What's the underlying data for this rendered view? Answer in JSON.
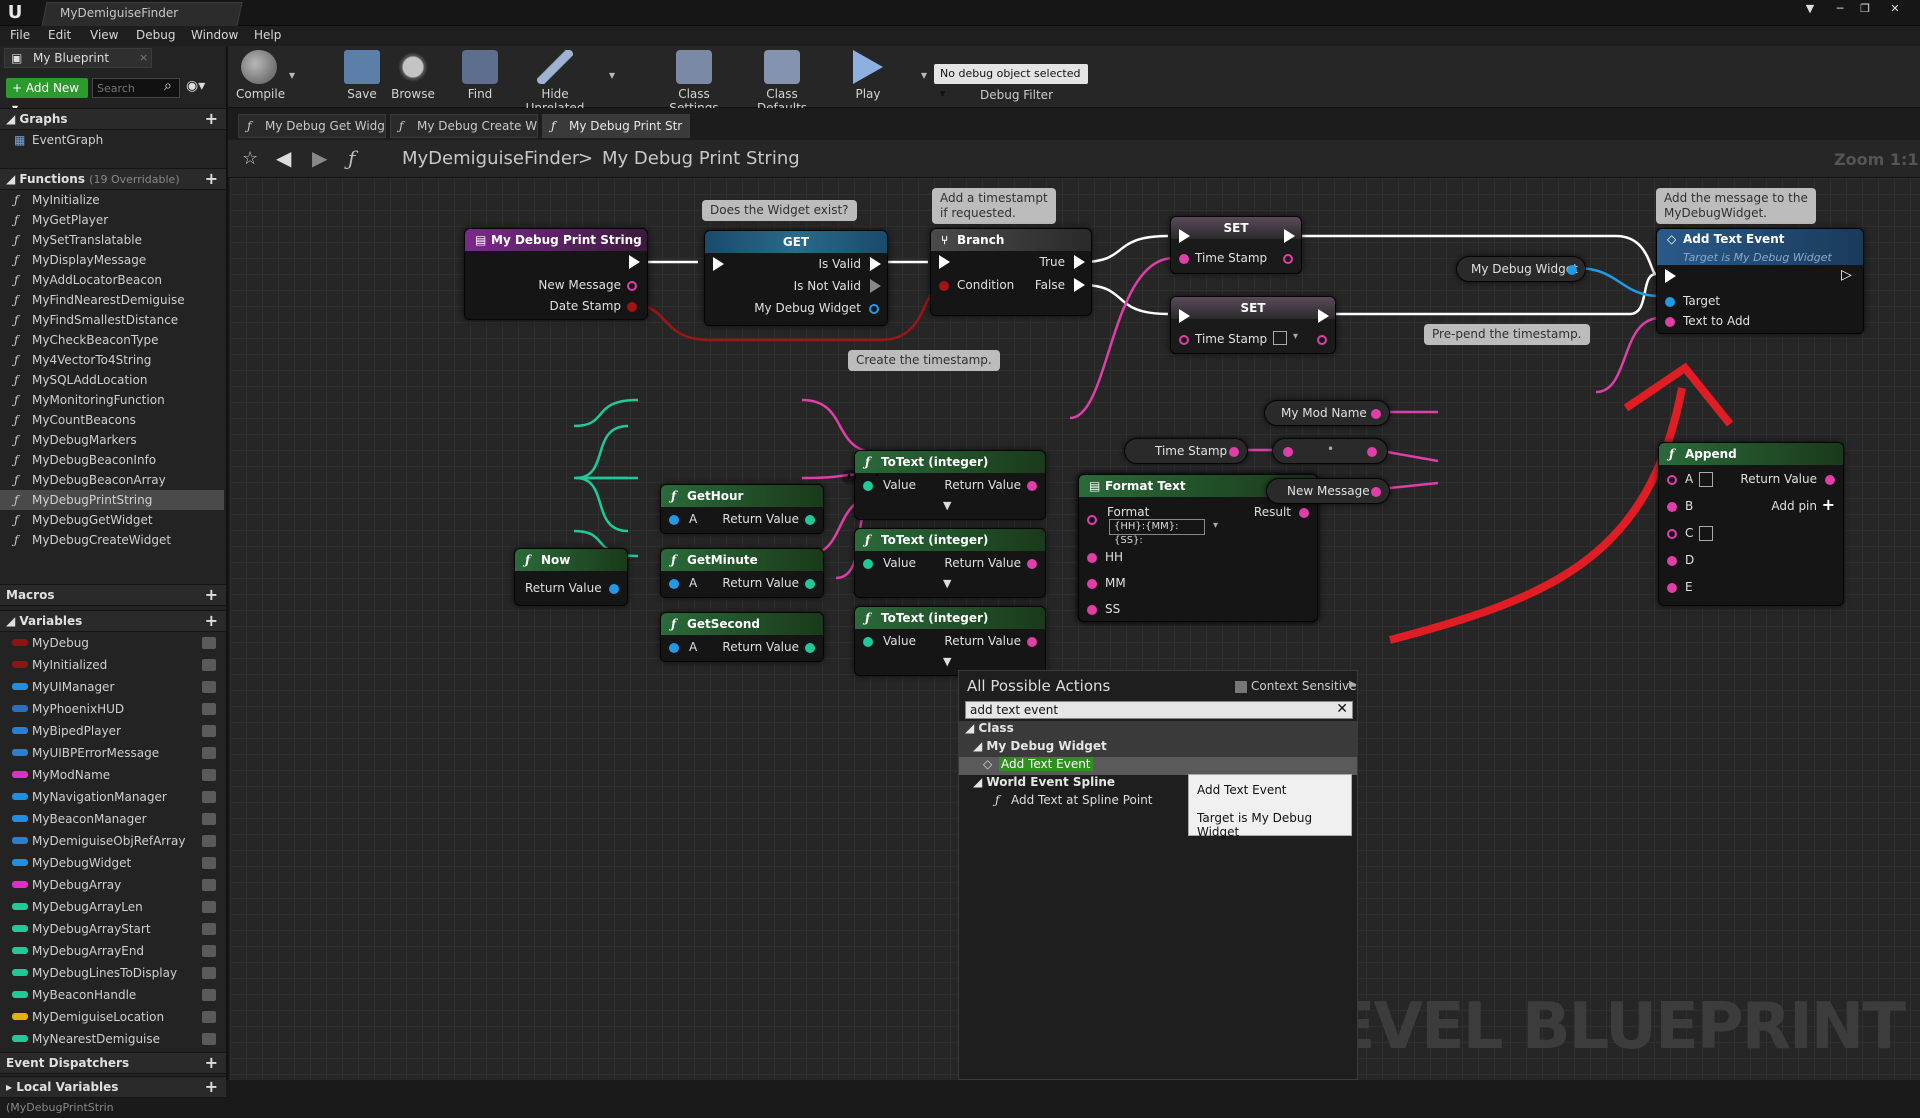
{
  "window": {
    "title": "MyDemiguiseFinder"
  },
  "menu": [
    "File",
    "Edit",
    "View",
    "Debug",
    "Window",
    "Help"
  ],
  "left_panel": {
    "tab": "My Blueprint",
    "add_new": "Add New",
    "search_placeholder": "Search",
    "graphs": {
      "label": "Graphs",
      "items": [
        "EventGraph"
      ]
    },
    "functions": {
      "label": "Functions",
      "count": "(19 Overridable)",
      "items": [
        "MyInitialize",
        "MyGetPlayer",
        "MySetTranslatable",
        "MyDisplayMessage",
        "MyAddLocatorBeacon",
        "MyFindNearestDemiguise",
        "MyFindSmallestDistance",
        "MyCheckBeaconType",
        "My4VectorTo4String",
        "MySQLAddLocation",
        "MyMonitoringFunction",
        "MyCountBeacons",
        "MyDebugMarkers",
        "MyDebugBeaconInfo",
        "MyDebugBeaconArray",
        "MyDebugPrintString",
        "MyDebugGetWidget",
        "MyDebugCreateWidget"
      ],
      "selected": "MyDebugPrintString"
    },
    "macros": {
      "label": "Macros"
    },
    "variables": {
      "label": "Variables",
      "items": [
        {
          "name": "MyDebug",
          "color": "#8b1515"
        },
        {
          "name": "MyInitialized",
          "color": "#8b1515"
        },
        {
          "name": "MyUIManager",
          "color": "#1f8fe0"
        },
        {
          "name": "MyPhoenixHUD",
          "color": "#2a6fc0"
        },
        {
          "name": "MyBipedPlayer",
          "color": "#2a7fd0"
        },
        {
          "name": "MyUIBPErrorMessage",
          "color": "#2a7fd0"
        },
        {
          "name": "MyModName",
          "color": "#e02ec8"
        },
        {
          "name": "MyNavigationManager",
          "color": "#1f8fe0"
        },
        {
          "name": "MyBeaconManager",
          "color": "#1f8fe0"
        },
        {
          "name": "MyDemiguiseObjRefArray",
          "color": "#2a7fd0"
        },
        {
          "name": "MyDebugWidget",
          "color": "#1f8fe0"
        },
        {
          "name": "MyDebugArray",
          "color": "#e02ec8"
        },
        {
          "name": "MyDebugArrayLen",
          "color": "#1ec99a"
        },
        {
          "name": "MyDebugArrayStart",
          "color": "#1ec99a"
        },
        {
          "name": "MyDebugArrayEnd",
          "color": "#1ec99a"
        },
        {
          "name": "MyDebugLinesToDisplay",
          "color": "#1ec99a"
        },
        {
          "name": "MyBeaconHandle",
          "color": "#1ec99a"
        },
        {
          "name": "MyDemiguiseLocation",
          "color": "#e0b400"
        },
        {
          "name": "MyNearestDemiguise",
          "color": "#1ec99a"
        }
      ]
    },
    "event_dispatchers": {
      "label": "Event Dispatchers"
    },
    "local_variables": {
      "label": "Local Variables",
      "scope": "(MyDebugPrintStrin"
    }
  },
  "toolbar": {
    "compile": "Compile",
    "save": "Save",
    "browse": "Browse",
    "find": "Find",
    "hide_unrelated": "Hide Unrelated",
    "class_settings": "Class Settings",
    "class_defaults": "Class Defaults",
    "play": "Play",
    "debug_dropdown": "No debug object selected",
    "debug_filter": "Debug Filter"
  },
  "graph_tabs": [
    "My Debug Get Widg",
    "My Debug Create W",
    "My Debug Print Str"
  ],
  "breadcrumb": {
    "root": "MyDemiguiseFinder",
    "separator": ">",
    "current": "My Debug Print String",
    "zoom": "Zoom 1:1"
  },
  "comments": {
    "widget_exist": "Does the Widget exist?",
    "timestamp_req": "Add a timestampt\nif requested.",
    "add_message": "Add the message to the\nMyDebugWidget.",
    "create_ts": "Create the timestamp.",
    "prepend": "Pre-pend the timestamp."
  },
  "nodes": {
    "entry": {
      "title": "My Debug Print String",
      "pins": [
        "New Message",
        "Date Stamp"
      ]
    },
    "get": {
      "title": "GET",
      "pins": [
        "Is Valid",
        "Is Not Valid",
        "My Debug Widget"
      ]
    },
    "branch": {
      "title": "Branch",
      "condition": "Condition",
      "true": "True",
      "false": "False"
    },
    "set1": {
      "title": "SET",
      "pin": "Time Stamp"
    },
    "set2": {
      "title": "SET",
      "pin": "Time Stamp"
    },
    "add_text_event": {
      "title": "Add Text Event",
      "subtitle": "Target is My Debug Widget",
      "target": "Target",
      "text_to_add": "Text to Add"
    },
    "my_debug_widget": "My Debug Widget",
    "now": {
      "title": "Now",
      "out": "Return Value"
    },
    "get_hour": {
      "title": "GetHour",
      "a": "A",
      "out": "Return Value"
    },
    "get_minute": {
      "title": "GetMinute",
      "a": "A",
      "out": "Return Value"
    },
    "get_second": {
      "title": "GetSecond",
      "a": "A",
      "out": "Return Value"
    },
    "totext": {
      "title": "ToText (integer)",
      "in": "Value",
      "out": "Return Value"
    },
    "format_text": {
      "title": "Format Text",
      "format_label": "Format",
      "format_value": "{HH}:{MM}:{SS}:",
      "result": "Result",
      "hh": "HH",
      "mm": "MM",
      "ss": "SS"
    },
    "append": {
      "title": "Append",
      "a": "A",
      "b": "B",
      "c": "C",
      "d": "D",
      "e": "E",
      "out": "Return Value",
      "add_pin": "Add pin"
    },
    "my_mod_name": "My Mod Name",
    "time_stamp": "Time Stamp",
    "new_message": "New Message"
  },
  "actions_menu": {
    "title": "All Possible Actions",
    "context_sensitive": "Context Sensitive",
    "search_value": "add text event",
    "category_class": "Class",
    "sub_widget": "My Debug Widget",
    "item_selected": "Add Text Event",
    "category_spline": "World Event Spline",
    "item_spline": "Add Text at Spline Point"
  },
  "tooltip": {
    "line1": "Add Text Event",
    "line2": "Target is My Debug Widget"
  },
  "watermark": "LEVEL BLUEPRINT"
}
